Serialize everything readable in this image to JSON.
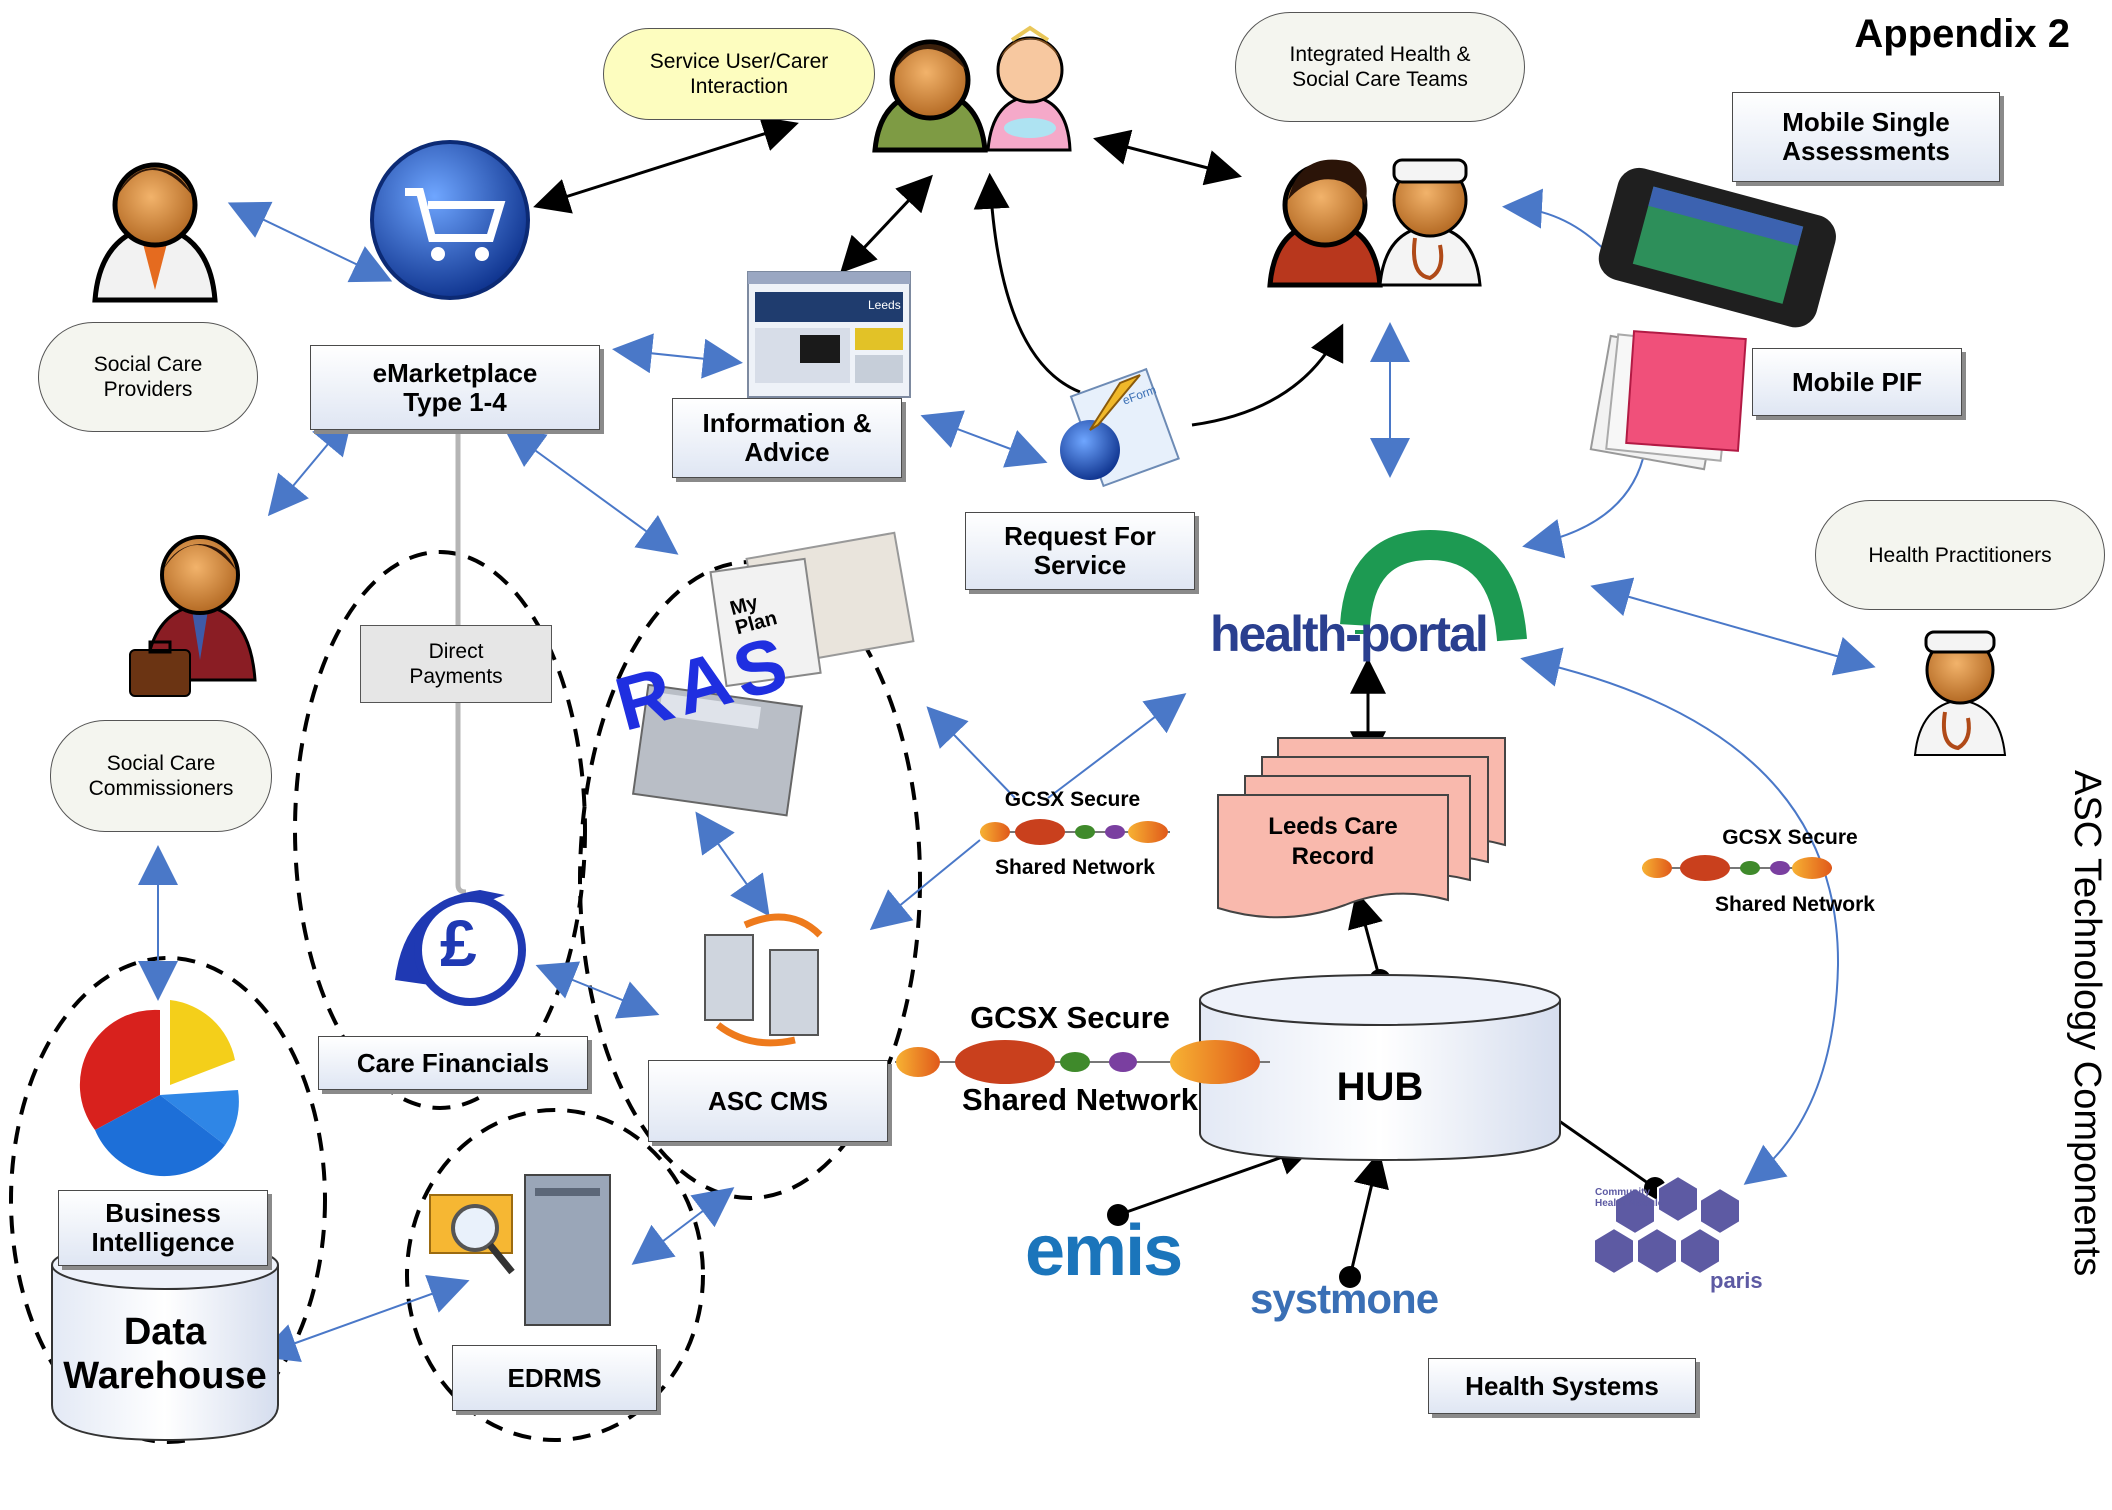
{
  "title": "Appendix 2",
  "side_title": "ASC Technology Components",
  "bubbles": {
    "service_user": "Service User/Carer\nInteraction",
    "integrated_teams": "Integrated Health &\nSocial Care Teams",
    "social_care_providers": "Social Care\nProviders",
    "social_care_commissioners": "Social Care\nCommissioners",
    "health_practitioners": "Health Practitioners"
  },
  "boxes": {
    "emarketplace": "eMarketplace\nType 1-4",
    "information_advice": "Information &\nAdvice",
    "request_for_service": "Request For\nService",
    "mobile_single_assessments": "Mobile Single\nAssessments",
    "mobile_pif": "Mobile PIF",
    "direct_payments": "Direct\nPayments",
    "care_financials": "Care Financials",
    "asc_cms": "ASC CMS",
    "business_intelligence": "Business\nIntelligence",
    "edrms": "EDRMS",
    "health_systems": "Health Systems"
  },
  "stores": {
    "data_warehouse": "Data\nWarehouse",
    "hub": "HUB",
    "leeds_care_record": "Leeds Care\nRecord"
  },
  "networks": {
    "gcsx_left_top": "GCSX Secure",
    "gcsx_left_bottom": "Shared Network",
    "gcsx_right_top": "GCSX Secure",
    "gcsx_right_bottom": "Shared Network",
    "gcsx_center_top": "GCSX Secure",
    "gcsx_center_bottom": "Shared Network"
  },
  "logos": {
    "health_portal": "health-portal",
    "ras": "RAS",
    "my_plan": "My Plan",
    "emis": "emis",
    "systmone": "systmone",
    "paris": "paris",
    "community_health_module": "Community\nHealth Module",
    "pound_sign": "£",
    "eform": "eForm",
    "leeds_site": "Leeds"
  },
  "colors": {
    "arrow_blue": "#4a78c8",
    "arrow_black": "#000000",
    "box_fill_top": "#ffffff",
    "box_fill_bottom": "#dfe6f3",
    "record_pink": "#f9b9ad",
    "portal_green": "#1d9a52",
    "portal_blue": "#2a3f8f",
    "emis_blue": "#1b75bb",
    "paris_purple": "#5d5aa3"
  }
}
